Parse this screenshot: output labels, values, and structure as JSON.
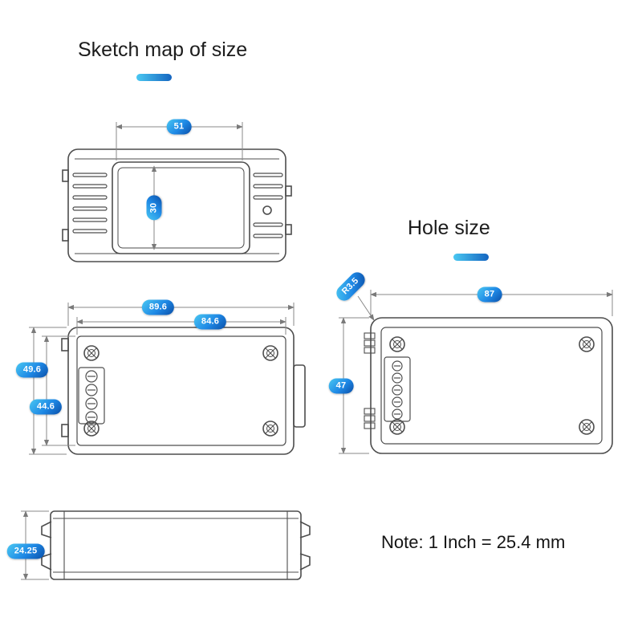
{
  "header": {
    "title": "Sketch map of size"
  },
  "hole_section": {
    "title": "Hole size"
  },
  "note": {
    "text": "Note: 1 Inch = 25.4 mm"
  },
  "dimensions": {
    "front_view": {
      "display_width": "51",
      "display_height": "30"
    },
    "back_view": {
      "outer_width": "89.6",
      "inner_width": "84.6",
      "outer_height": "49.6",
      "inner_height": "44.6"
    },
    "hole_view": {
      "corner_radius": "R3.5",
      "width": "87",
      "height": "47"
    },
    "side_view": {
      "thickness": "24.25"
    }
  },
  "colors": {
    "accent_light": "#4ac8f2",
    "accent_dark": "#0b4fa8",
    "line": "#4d4d4d",
    "dimension_line": "#8a8a8a",
    "text": "#1c1c1c"
  }
}
